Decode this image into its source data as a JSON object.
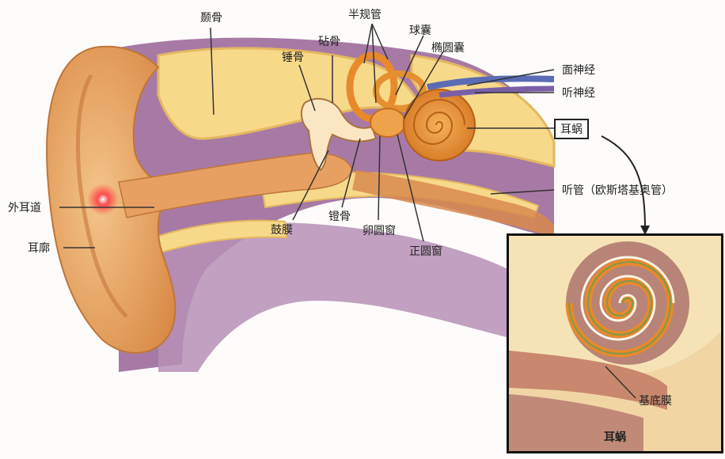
{
  "labels": {
    "temporal_bone": "颞骨",
    "semicircular_canals": "半规管",
    "incus": "砧骨",
    "malleus": "锤骨",
    "saccule": "球囊",
    "utricle": "椭圆囊",
    "facial_nerve": "面神经",
    "auditory_nerve": "听神经",
    "cochlea_box": "耳蜗",
    "eustachian_tube": "听管（欧斯塔基奥管）",
    "external_canal": "外耳道",
    "pinna": "耳廓",
    "eardrum": "鼓膜",
    "stapes": "镫骨",
    "oval_window": "卵圆窗",
    "round_window": "正圆窗",
    "basilar_membrane": "基底膜"
  },
  "inset": {
    "title": "耳蜗"
  },
  "colors": {
    "skin": "#e9a560",
    "bone": "#f7d98a",
    "tissue_purple": "#a77aa6",
    "cochlea": "#e8892c",
    "facial_nerve": "#5b6bb4",
    "auditory_nerve": "#7a5fa8",
    "highlight": "#ff2a2a"
  }
}
